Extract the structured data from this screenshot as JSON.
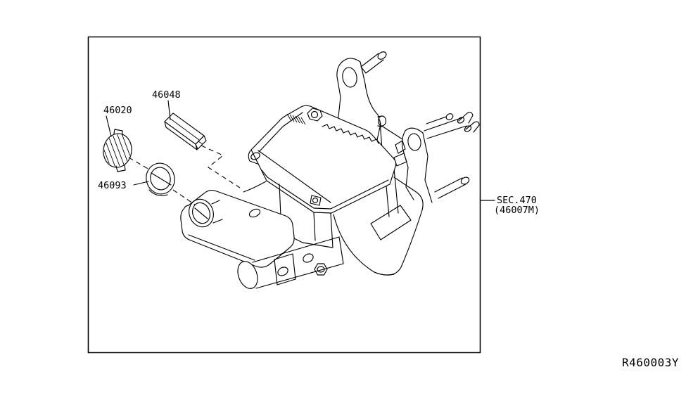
{
  "meta": {
    "background": "#ffffff",
    "line_color": "#000000",
    "description": "Exploded parts diagram - brake master cylinder with booster assembly"
  },
  "labels": {
    "part_46020": "46020",
    "part_46048": "46048",
    "part_46093": "46093",
    "section_ref_line1": "SEC.470",
    "section_ref_line2": "(46007M)",
    "drawing_ref": "R460003Y"
  }
}
